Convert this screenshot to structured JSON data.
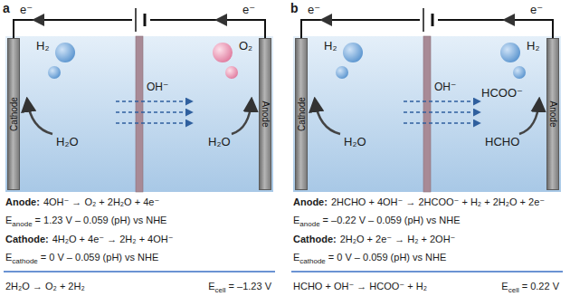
{
  "diagram": {
    "nodes": [
      {
        "text": [
          "Cathode"
        ]
      },
      {
        "text": [
          "Anode"
        ]
      },
      {
        "text": [
          "Cathode"
        ]
      },
      {
        "text": [
          "Anode"
        ]
      }
    ],
    "labels": [
      "a",
      "e⁻",
      "e⁻",
      "H₂",
      "O₂",
      "OH⁻",
      "H₂O",
      "H₂O",
      "Anode:",
      "4OH⁻ → O₂ + 2H₂O + 4e⁻",
      "E",
      "anode",
      "= 1.23 V – 0.059 (pH) vs NHE",
      "Cathode:",
      "4H₂O + 4e⁻ → 2H₂ + 4OH⁻",
      "E",
      "cathode",
      "= 0 V – 0.059 (pH) vs NHE",
      "2H₂O → O₂ + 2H₂",
      "E",
      "cell",
      "= –1.23 V",
      "b",
      "e⁻",
      "e⁻",
      "H₂",
      "H₂",
      "OH⁻",
      "HCOO⁻",
      "H₂O",
      "HCHO",
      "Anode:",
      "2HCHO + 4OH⁻ → 2HCOO⁻ + H₂ + 2H₂O + 2e⁻",
      "E",
      "anode",
      "= –0.22 V – 0.059 (pH) vs NHE",
      "Cathode:",
      "2H₂O + 2e⁻ → H₂ + 2OH⁻",
      "E",
      "cathode",
      "= 0 V – 0.059 (pH) vs NHE",
      "HCHO + OH⁻ → HCOO⁻ + H₂",
      "E",
      "cell",
      "= 0.22 V"
    ]
  }
}
